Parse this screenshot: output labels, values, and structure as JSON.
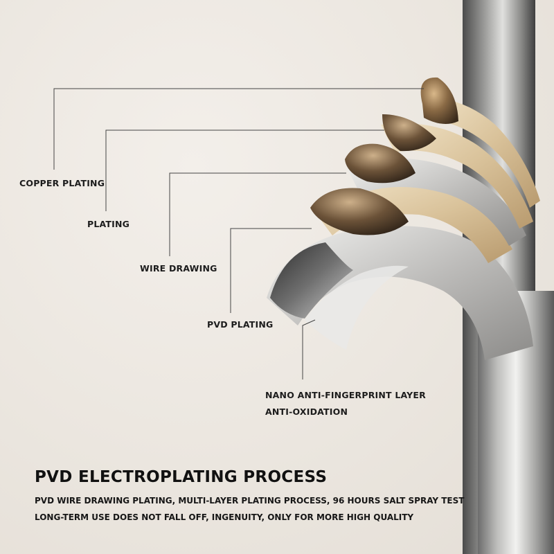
{
  "layers": [
    {
      "label": "COPPER PLATING",
      "color": "#b58a55"
    },
    {
      "label": "PLATING",
      "color": "#d9c9a8"
    },
    {
      "label": "WIRE DRAWING",
      "color": "#c7c4bf"
    },
    {
      "label": "PVD PLATING",
      "color": "#e6d2ae"
    },
    {
      "label": "NANO ANTI-FINGERPRINT LAYER",
      "color": "#bdbab5"
    }
  ],
  "extra_label": "ANTI-OXIDATION",
  "heading": "PVD ELECTROPLATING PROCESS",
  "subtitle_lines": [
    "PVD WIRE DRAWING PLATING, MULTI-LAYER PLATING PROCESS, 96 HOURS SALT SPRAY TEST",
    "LONG-TERM USE DOES NOT FALL OFF, INGENUITY, ONLY FOR MORE HIGH QUALITY"
  ]
}
